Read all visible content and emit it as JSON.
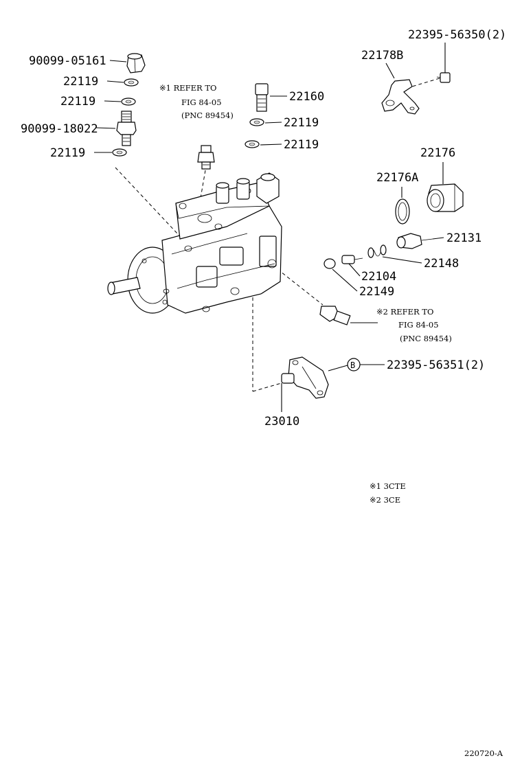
{
  "parts": {
    "p90099_05161": "90099-05161",
    "p22119_a": "22119",
    "p22119_b": "22119",
    "p90099_18022": "90099-18022",
    "p22119_c": "22119",
    "p22160": "22160",
    "p22119_d": "22119",
    "p22119_e": "22119",
    "p22395_56350": "22395-56350(2)",
    "p22178B": "22178B",
    "p22176": "22176",
    "p22176A": "22176A",
    "p22131": "22131",
    "p22148": "22148",
    "p22104": "22104",
    "p22149": "22149",
    "p22395_56351": "22395-56351(2)",
    "p23010": "23010"
  },
  "callout_b": "B",
  "refs": {
    "ref1_line1": "※1  REFER TO",
    "ref1_line2": "FIG 84-05",
    "ref1_line3": "(PNC 89454)",
    "ref2_line1": "※2  REFER TO",
    "ref2_line2": "FIG 84-05",
    "ref2_line3": "(PNC 89454)"
  },
  "legend": {
    "item1": "※1  3CTE",
    "item2": "※2  3CE"
  },
  "figure_id": "220720-A"
}
